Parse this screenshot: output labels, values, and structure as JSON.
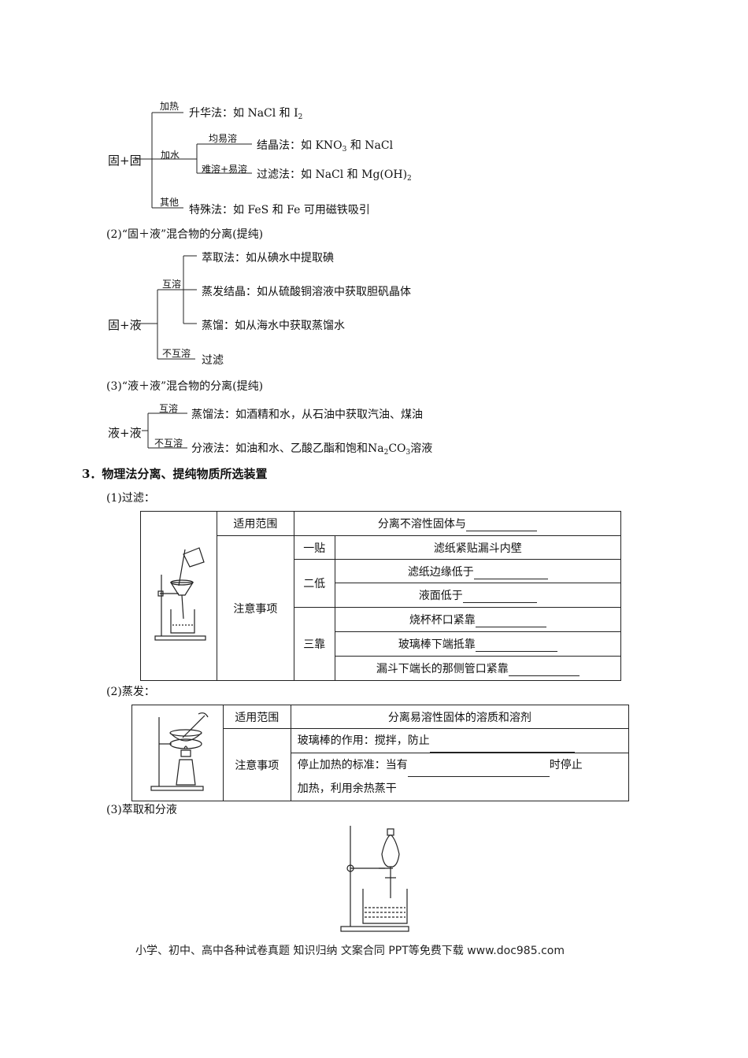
{
  "tree1": {
    "root": "固+固",
    "b1_label": "加热",
    "b1_text": "升华法：如 NaCl 和 I",
    "b1_sub": "2",
    "b2_label": "加水",
    "b2a_label": "均易溶",
    "b2a_text_pre": "结晶法：如 KNO",
    "b2a_sub": "3",
    "b2a_text_post": " 和 NaCl",
    "b2b_label": "难溶+易溶",
    "b2b_text_pre": "过滤法：如 NaCl 和 Mg(OH)",
    "b2b_sub": "2",
    "b3_label": "其他",
    "b3_text": "特殊法：如 FeS 和 Fe 可用磁铁吸引"
  },
  "sec2_title": "(2)“固＋液”混合物的分离(提纯)",
  "tree2": {
    "root": "固+液",
    "b1_label": "互溶",
    "b1a_text": "萃取法：如从碘水中提取碘",
    "b1b_text": "蒸发结晶：如从硫酸铜溶液中获取胆矾晶体",
    "b1c_text": "蒸馏：如从海水中获取蒸馏水",
    "b2_label": "不互溶",
    "b2_text": "过滤"
  },
  "sec3_title": "(3)“液＋液”混合物的分离(提纯)",
  "tree3": {
    "root": "液+液",
    "b1_label": "互溶",
    "b1_text": "蒸馏法：如酒精和水，从石油中获取汽油、煤油",
    "b2_label": "不互溶",
    "b2_text_pre": "分液法：如油和水、乙酸乙酯和饱和Na",
    "b2_sub1": "2",
    "b2_mid": "CO",
    "b2_sub2": "3",
    "b2_text_post": "溶液"
  },
  "heading3": "3．物理法分离、提纯物质所选装置",
  "filter": {
    "title": "(1)过滤：",
    "scope_label": "适用范围",
    "scope_value": "分离不溶性固体与",
    "notes_label": "注意事项",
    "g1": "一贴",
    "g1_text": "滤纸紧贴漏斗内壁",
    "g2": "二低",
    "g2_text1": "滤纸边缘低于",
    "g2_text2": "液面低于",
    "g3": "三靠",
    "g3_text1": "烧杯杯口紧靠",
    "g3_text2": "玻璃棒下端抵靠",
    "g3_text3": "漏斗下端长的那侧管口紧靠"
  },
  "evap": {
    "title": "(2)蒸发：",
    "scope_label": "适用范围",
    "scope_value": "分离易溶性固体的溶质和溶剂",
    "notes_label": "注意事项",
    "note1": "玻璃棒的作用：搅拌，防止",
    "note2_pre": "停止加热的标准：当有",
    "note2_post": "时停止",
    "note2_line2": "加热，利用余热蒸干"
  },
  "extract": {
    "title": "(3)萃取和分液"
  },
  "footer": "小学、初中、高中各种试卷真题 知识归纳 文案合同 PPT等免费下载   www.doc985.com"
}
